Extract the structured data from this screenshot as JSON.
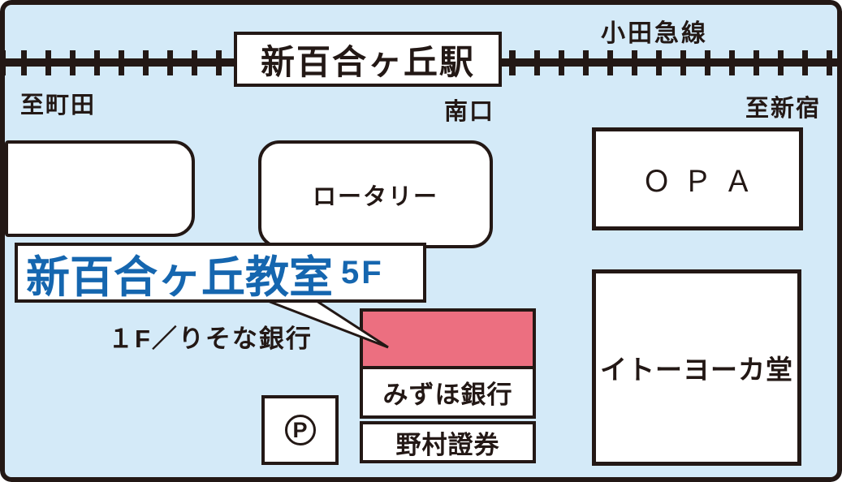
{
  "map": {
    "colors": {
      "background": "#d4eaf8",
      "ink": "#231815",
      "accent_blue": "#1566af",
      "target_building_pink": "#ec6f80"
    },
    "railway": {
      "line_name": "小田急線",
      "station": "新百合ヶ丘駅",
      "direction_left": "至町田",
      "direction_right": "至新宿",
      "exit": "南口"
    },
    "landmarks": {
      "rotary": "ロータリー",
      "opa": "ＯＰＡ",
      "itoyokado": "イトーヨーカ堂",
      "mizuho": "みずほ銀行",
      "nomura": "野村證券",
      "parking": "P"
    },
    "destination": {
      "name": "新百合ヶ丘教室",
      "floor": "5F",
      "ground_floor_note": "１F／りそな銀行"
    }
  }
}
